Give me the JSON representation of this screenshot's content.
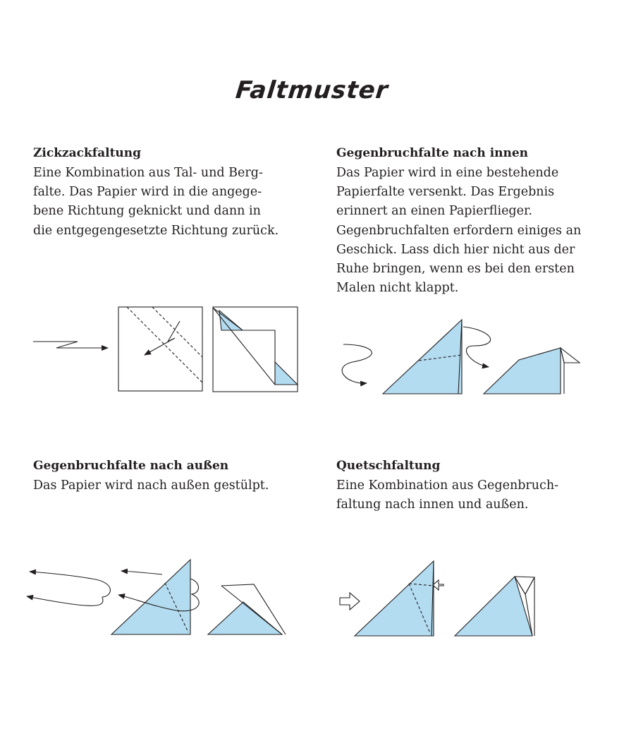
{
  "title": "Faltmuster",
  "sections": [
    {
      "heading": "Zickzackfaltung",
      "lines": [
        "Eine Kombination aus Tal- und Berg-",
        "falte. Das Papier wird in die angege-",
        "bene Richtung geknickt und dann in",
        "die entgegengesetzte Richtung zurück."
      ]
    },
    {
      "heading": "Gegenbruchfalte nach innen",
      "lines": [
        "Das Papier wird in eine bestehende",
        "Papierfalte versenkt. Das Ergebnis",
        "erinnert an einen Papierflieger.",
        "Gegenbruchfalten erfordern einiges an",
        "Geschick. Lass dich hier nicht aus der",
        "Ruhe bringen, wenn es bei den ersten",
        "Malen nicht klappt."
      ]
    },
    {
      "heading": "Gegenbruchfalte nach außen",
      "lines": [
        "Das Papier wird nach außen gestülpt."
      ]
    },
    {
      "heading": "Quetschfaltung",
      "lines": [
        "Eine Kombination aus Gegenbruch-",
        "faltung nach innen und außen."
      ]
    }
  ],
  "colors": {
    "paper_blue": "#b3dcf1",
    "ink": "#231f20"
  }
}
